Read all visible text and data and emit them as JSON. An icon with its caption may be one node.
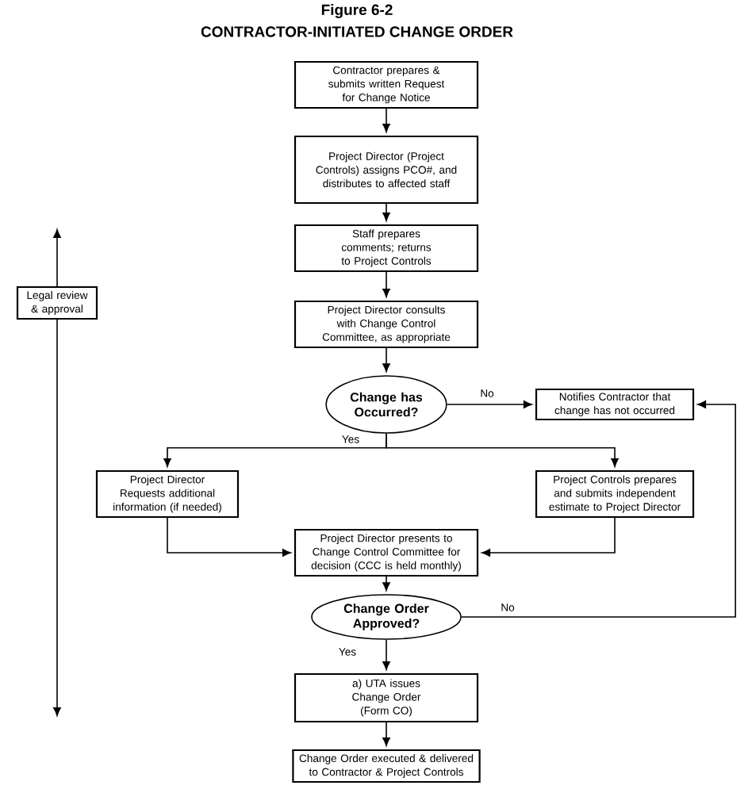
{
  "diagram": {
    "title": "CONTRACTOR-INITIATED CHANGE ORDER",
    "nodes": [
      {
        "text": [
          "Contractor prepares & submits written Request for Change Notice"
        ]
      },
      {
        "text": [
          "Project Director (Project Controls) assigns PCO#, and distributes to affected staff"
        ]
      },
      {
        "text": [
          "Staff prepares comments; returns to Project Controls"
        ]
      },
      {
        "text": [
          "Legal review & approval"
        ]
      },
      {
        "text": [
          "Project Director consults with Change Control Committee, as appropriate"
        ]
      },
      {
        "text": [
          "Change has Occurred?"
        ]
      },
      {
        "text": [
          "Notifies Contractor that change has not occurred"
        ]
      },
      {
        "text": [
          "Project Director Requests additional information (if needed)"
        ]
      },
      {
        "text": [
          "Project Controls prepares and submits independent estimate to Project Director"
        ]
      },
      {
        "text": [
          "Project Director presents to Change Control Committee for decision (CCC is held monthly)"
        ]
      },
      {
        "text": [
          "Change Order Approved?"
        ]
      },
      {
        "text": [
          "a) UTA issues Change Order (Form CO)"
        ]
      },
      {
        "text": [
          "Change Order executed & delivered to Contractor & Project Controls"
        ]
      }
    ],
    "edges": [
      {
        "from": 0,
        "to": 1,
        "arrow": "to"
      },
      {
        "from": 1,
        "to": 2,
        "arrow": "to"
      },
      {
        "from": 2,
        "to": 4,
        "arrow": "to"
      },
      {
        "from": 4,
        "to": 5,
        "arrow": "to"
      },
      {
        "from": 5,
        "to": 6,
        "arrow": "to",
        "label": "No"
      },
      {
        "from": 5,
        "to": 7,
        "arrow": "to",
        "label": "Yes"
      },
      {
        "from": 5,
        "to": 8,
        "arrow": "to"
      },
      {
        "from": 7,
        "to": 9,
        "arrow": "to"
      },
      {
        "from": 8,
        "to": 9,
        "arrow": "to"
      },
      {
        "from": 9,
        "to": 10,
        "arrow": "to"
      },
      {
        "from": 10,
        "to": 6,
        "arrow": "to",
        "label": "No"
      },
      {
        "from": 10,
        "to": 11,
        "arrow": "to",
        "label": "Yes"
      },
      {
        "from": 11,
        "to": 12,
        "arrow": "to"
      },
      {
        "from": 3,
        "to": null,
        "arrow": "to"
      },
      {
        "from": 3,
        "to": null,
        "arrow": "to"
      }
    ],
    "labels": [
      "Figure 6-2"
    ]
  }
}
